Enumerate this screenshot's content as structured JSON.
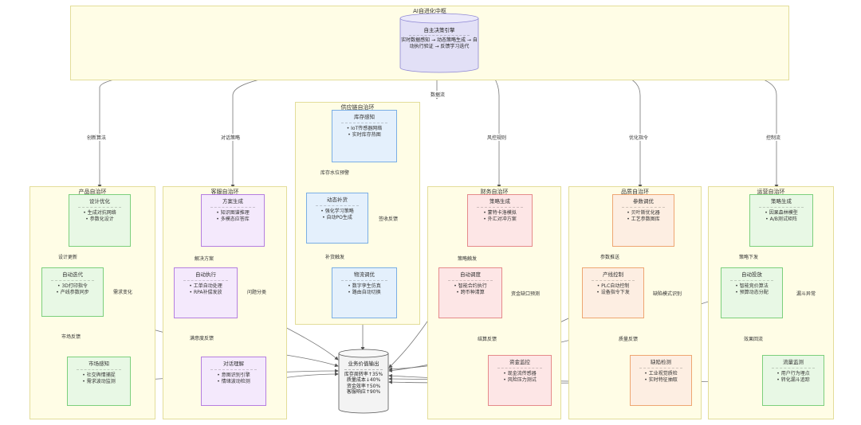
{
  "hub": {
    "title": "AI自进化中枢",
    "engine_title": "自主决策引擎",
    "engine_desc": "实时数据感知 → 动态策略生成 → 自动执行验证 → 反馈学习迭代"
  },
  "top_edge_labels": {
    "product": "创新算法",
    "customer": "对话策略",
    "supply": "数据流",
    "finance": "风控规则",
    "quality": "优化指令",
    "ops": "控制流"
  },
  "product": {
    "title": "产品自治环",
    "design": {
      "title": "设计优化",
      "items": [
        "• 生成对抗网络",
        "• 参数化设计"
      ]
    },
    "iterate": {
      "title": "自动迭代",
      "items": [
        "• 3D打印指令",
        "• 产线参数同步"
      ]
    },
    "market": {
      "title": "市场感知",
      "items": [
        "• 社交舆情捕捉",
        "• 需求波动监测"
      ]
    },
    "edges": {
      "design_update": "设计更新",
      "market_feedback": "市场反馈",
      "demand_change": "需求变化"
    }
  },
  "customer": {
    "title": "客服自治环",
    "plan": {
      "title": "方案生成",
      "items": [
        "• 知识图谱推理",
        "• 多模态应答库"
      ]
    },
    "exec": {
      "title": "自动执行",
      "items": [
        "• 工单自动处理",
        "• RPA补偿发放"
      ]
    },
    "understand": {
      "title": "对话理解",
      "items": [
        "• 意图识别引擎",
        "• 情绪波动检测"
      ]
    },
    "edges": {
      "solution": "解决方案",
      "satisfaction": "满意度反馈",
      "question": "问题分类"
    }
  },
  "supply": {
    "title": "供应链自治环",
    "inventory": {
      "title": "库存感知",
      "items": [
        "• IoT传感器网络",
        "• 实时库存热图"
      ]
    },
    "replenish": {
      "title": "动态补货",
      "items": [
        "• 强化学习策略",
        "• 自动PO生成"
      ]
    },
    "logistics": {
      "title": "物流调优",
      "items": [
        "• 数字孪生仿真",
        "• 路由自动切换"
      ]
    },
    "edges": {
      "threshold": "库存水位预警",
      "trigger": "补货触发",
      "receipt": "签收反馈"
    }
  },
  "finance": {
    "title": "财务自治环",
    "strategy": {
      "title": "策略生成",
      "items": [
        "• 蒙特卡洛模拟",
        "• 外汇对冲方案"
      ]
    },
    "schedule": {
      "title": "自动调度",
      "items": [
        "• 智能合约执行",
        "• 跨币种清算"
      ]
    },
    "monitor": {
      "title": "资金监控",
      "items": [
        "• 现金流传感器",
        "• 风险压力测试"
      ]
    },
    "edges": {
      "trigger": "策略触发",
      "result": "结算反馈",
      "gap": "资金缺口预测"
    }
  },
  "quality": {
    "title": "品质自治环",
    "tuning": {
      "title": "参数调优",
      "items": [
        "• 贝叶斯优化器",
        "• 工艺参数图库"
      ]
    },
    "control": {
      "title": "产线控制",
      "items": [
        "• PLC自动控制",
        "• 设备指令下发"
      ]
    },
    "detect": {
      "title": "缺陷检测",
      "items": [
        "• 工业视觉质检",
        "• 实时特征抽取"
      ]
    },
    "edges": {
      "param": "参数推送",
      "feedback": "质量反馈",
      "mode": "缺陷模式识别"
    }
  },
  "ops": {
    "title": "运营自治环",
    "strategy": {
      "title": "策略生成",
      "items": [
        "• 因果森林模型",
        "• A/B测试矩阵"
      ]
    },
    "delivery": {
      "title": "自动投放",
      "items": [
        "• 智能竞价算法",
        "• 预算动态分配"
      ]
    },
    "traffic": {
      "title": "流量监测",
      "items": [
        "• 用户行为埋点",
        "• 转化漏斗追踪"
      ]
    },
    "edges": {
      "send": "策略下发",
      "effect": "效果回流",
      "anomaly": "漏斗异常"
    }
  },
  "output": {
    "title": "业务价值输出",
    "items": [
      "库存周转率↑35%",
      "质量成本↓40%",
      "资金效率↑50%",
      "客服响应↑90%"
    ]
  }
}
